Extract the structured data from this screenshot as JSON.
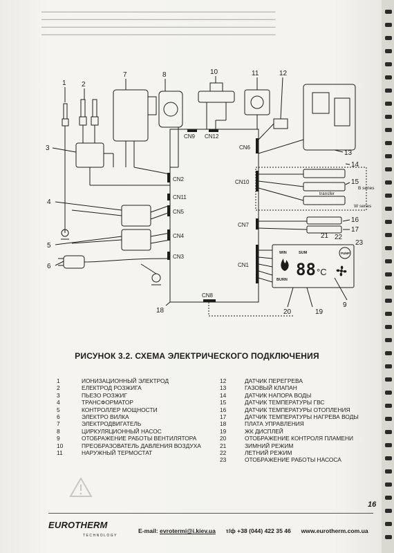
{
  "diagram": {
    "callouts": [
      "1",
      "2",
      "3",
      "4",
      "5",
      "6",
      "7",
      "8",
      "9",
      "10",
      "11",
      "12",
      "13",
      "14",
      "15",
      "16",
      "17",
      "18",
      "19",
      "20",
      "21",
      "22",
      "23"
    ],
    "connectors": [
      "CN2",
      "CN11",
      "CN5",
      "CN4",
      "CN3",
      "CN8",
      "CN9",
      "CN12",
      "CN6",
      "CN10",
      "CN7",
      "CN1"
    ],
    "series_b": "B series",
    "series_w": "W series",
    "transfer": "transfer",
    "display": {
      "win": "WIN",
      "sum": "SUM",
      "pump": "PUMP",
      "burn": "BURN",
      "digits": "88",
      "unit": "°C"
    }
  },
  "caption": "РИСУНОК 3.2. СХЕМА ЭЛЕКТРИЧЕСКОГО ПОДКЛЮЧЕНИЯ",
  "legend_left": [
    {
      "num": "1",
      "text": "ИОНИЗАЦИОННЫЙ ЭЛЕКТРОД"
    },
    {
      "num": "2",
      "text": "ЕЛЕКТРОД РОЗЖИГА"
    },
    {
      "num": "3",
      "text": "ПЬЕЗО РОЗЖИГ"
    },
    {
      "num": "4",
      "text": "ТРАНСФОРМАТОР"
    },
    {
      "num": "5",
      "text": "КОНТРОЛЛЕР МОЩНОСТИ"
    },
    {
      "num": "6",
      "text": "ЭЛЕКТРО ВИЛКА"
    },
    {
      "num": "7",
      "text": "ЭЛЕКТРОДВИГАТЕЛЬ"
    },
    {
      "num": "8",
      "text": "ЦИРКУЛЯЦИОННЫЙ НАСОС"
    },
    {
      "num": "9",
      "text": "ОТОБРАЖЕНИЕ РАБОТЫ ВЕНТИЛЯТОРА"
    },
    {
      "num": "10",
      "text": "ПРЕОБРАЗОВАТЕЛЬ ДАВЛЕНИЯ ВОЗДУХА"
    },
    {
      "num": "11",
      "text": "НАРУЖНЫЙ ТЕРМОСТАТ"
    }
  ],
  "legend_right": [
    {
      "num": "12",
      "text": "ДАТЧИК ПЕРЕГРЕВА"
    },
    {
      "num": "13",
      "text": "ГАЗОВЫЙ КЛАПАН"
    },
    {
      "num": "14",
      "text": "ДАТЧИК НАПОРА ВОДЫ"
    },
    {
      "num": "15",
      "text": "ДАТЧИК ТЕМПЕРАТУРЫ ГВС"
    },
    {
      "num": "16",
      "text": "ДАТЧИК ТЕМПЕРАТУРЫ  ОТОПЛЕНИЯ"
    },
    {
      "num": "17",
      "text": "ДАТЧИК ТЕМПЕРАТУРЫ НАГРЕВА ВОДЫ"
    },
    {
      "num": "18",
      "text": "ПЛАТА УПРАВЛЕНИЯ"
    },
    {
      "num": "19",
      "text": "ЖК ДИСПЛЕЙ"
    },
    {
      "num": "20",
      "text": "ОТОБРАЖЕНИЕ КОНТРОЛЯ ПЛАМЕНИ"
    },
    {
      "num": "21",
      "text": "ЗИМНИЙ РЕЖИМ"
    },
    {
      "num": "22",
      "text": "ЛЕТНИЙ РЕЖИМ"
    },
    {
      "num": "23",
      "text": "ОТОБРАЖЕНИЕ РАБОТЫ НАСОСА"
    }
  ],
  "page_number": "16",
  "footer": {
    "brand": "EUROTHERM",
    "brand_sub": "TECHNOLOGY",
    "email_label": "E-mail:",
    "email": "evrotermi@i.kiev.ua",
    "phone_label": "т/ф",
    "phone": "+38 (044) 422 35 46",
    "website": "www.eurotherm.com.ua"
  },
  "colors": {
    "ink": "#1c1c1c",
    "paper": "#f2f1ec"
  }
}
